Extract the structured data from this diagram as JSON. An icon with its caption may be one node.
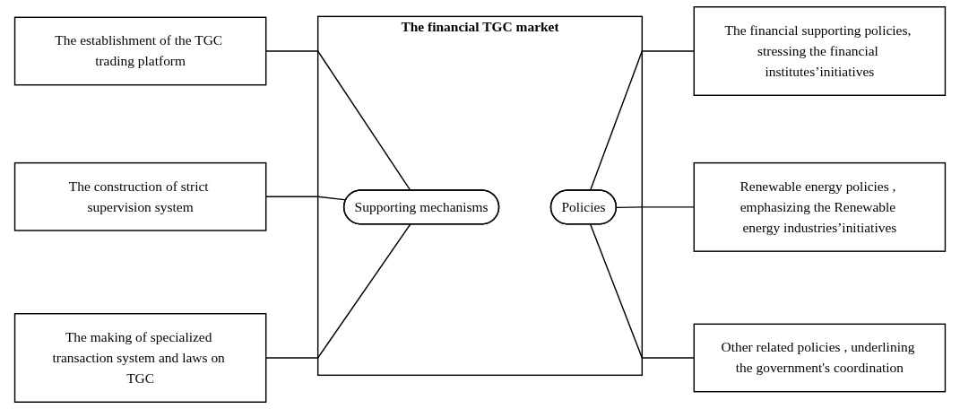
{
  "diagram": {
    "nodes": [
      {
        "text": [
          "The financial TGC market"
        ]
      },
      {
        "text": [
          "Supporting mechanisms"
        ],
        "in": 0
      },
      {
        "text": [
          "Policies"
        ],
        "in": 0
      },
      {
        "text": [
          "The establishment of the TGC trading platform"
        ]
      },
      {
        "text": [
          "The construction of strict supervision system"
        ]
      },
      {
        "text": [
          "The making of specialized transaction system and laws on TGC"
        ]
      },
      {
        "text": [
          "The financial supporting policies, stressing the financial institutes’initiatives"
        ]
      },
      {
        "text": [
          "Renewable energy policies , emphasizing the Renewable energy industries’initiatives"
        ]
      },
      {
        "text": [
          "Other related policies , underlining the government's coordination"
        ]
      }
    ],
    "edges": [
      {
        "from": 3,
        "to": 1,
        "arrow": "none"
      },
      {
        "from": 4,
        "to": 1,
        "arrow": "none"
      },
      {
        "from": 5,
        "to": 1,
        "arrow": "none"
      },
      {
        "from": 2,
        "to": 6,
        "arrow": "none"
      },
      {
        "from": 2,
        "to": 7,
        "arrow": "none"
      },
      {
        "from": 2,
        "to": 8,
        "arrow": "none"
      }
    ]
  }
}
